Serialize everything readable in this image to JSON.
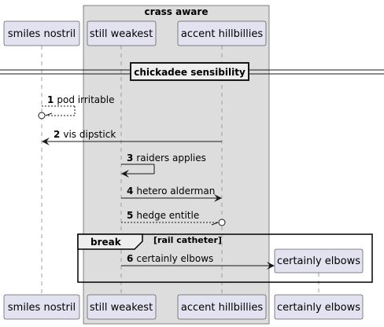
{
  "box": {
    "title": "crass aware",
    "color": "#DDDDDD"
  },
  "colors": {
    "participant_fill": "#E2E2F0",
    "participant_stroke": "#181818",
    "lifeline": "#A0A0A0"
  },
  "participants": [
    {
      "name": "smiles nostril"
    },
    {
      "name": "still weakest"
    },
    {
      "name": "accent hillbillies"
    },
    {
      "name": "certainly elbows"
    }
  ],
  "divider": {
    "label": "chickadee sensibility"
  },
  "messages": [
    {
      "num": "1",
      "text": "pod irritable",
      "from": "smiles nostril",
      "to": "smiles nostril",
      "style": "dashed",
      "head": "circle"
    },
    {
      "num": "2",
      "text": "vis dipstick",
      "from": "accent hillbillies",
      "to": "smiles nostril",
      "style": "solid",
      "head": "arrow"
    },
    {
      "num": "3",
      "text": "raiders applies",
      "from": "still weakest",
      "to": "still weakest",
      "style": "solid",
      "head": "arrow"
    },
    {
      "num": "4",
      "text": "hetero alderman",
      "from": "still weakest",
      "to": "accent hillbillies",
      "style": "solid",
      "head": "arrow"
    },
    {
      "num": "5",
      "text": "hedge entitle",
      "from": "still weakest",
      "to": "accent hillbillies",
      "style": "dashed",
      "head": "circle"
    },
    {
      "num": "6",
      "text": "certainly elbows",
      "from": "still weakest",
      "to": "certainly elbows",
      "style": "solid",
      "head": "arrow-create"
    }
  ],
  "frame": {
    "keyword": "break",
    "condition": "[rail catheter]"
  }
}
